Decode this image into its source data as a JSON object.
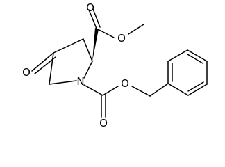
{
  "molecule": {
    "atom_labels": {
      "ketone_o": "O",
      "ring_n": "N",
      "ester_carbonyl_o": "O",
      "ester_o": "O",
      "carbamate_carbonyl_o": "O",
      "carbamate_o": "O"
    }
  },
  "colors": {
    "bond": "#000000",
    "label": "#000000",
    "background": "#ffffff"
  }
}
